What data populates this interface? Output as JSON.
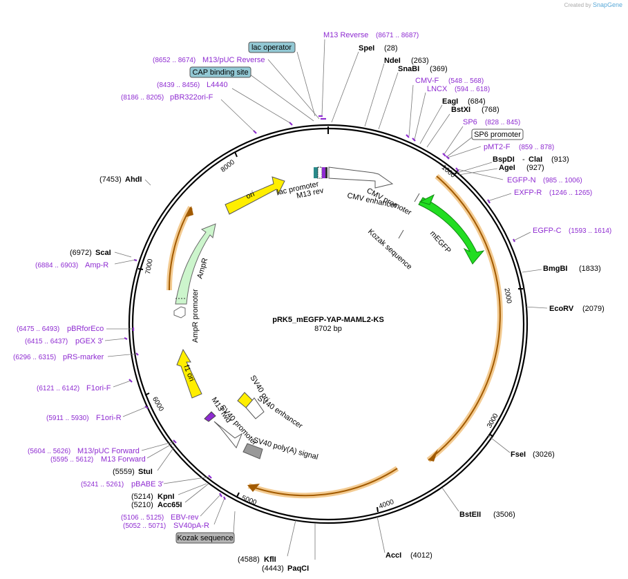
{
  "brand": {
    "created_by": "Created by",
    "app": "SnapGene"
  },
  "plasmid": {
    "name": "pRK5_mEGFP-YAP-MAML2-KS",
    "length": "8702 bp"
  },
  "colors": {
    "primer": "#8e2bd1",
    "yellow": "#ffee00",
    "green": "#22dd22",
    "pale_green": "#ccf5cc",
    "cds_outline": "#e8a93c",
    "dark_orange": "#a25a00",
    "box_blue": "#92c8d4",
    "box_gray": "#b4b4b4"
  },
  "ticks": [
    "1000",
    "2000",
    "3000",
    "4000",
    "5000",
    "6000",
    "7000",
    "8000"
  ],
  "enzymes": [
    {
      "name": "SpeI",
      "pos": "(28)"
    },
    {
      "name": "NdeI",
      "pos": "(263)"
    },
    {
      "name": "SnaBI",
      "pos": "(369)"
    },
    {
      "name": "EagI",
      "pos": "(684)"
    },
    {
      "name": "BstXI",
      "pos": "(768)"
    },
    {
      "name": "BspDI",
      "pos": "(913)",
      "sep": "-",
      "name2": "ClaI"
    },
    {
      "name": "AgeI",
      "pos": "(927)"
    },
    {
      "name": "BmgBI",
      "pos": "(1833)"
    },
    {
      "name": "EcoRV",
      "pos": "(2079)"
    },
    {
      "name": "FseI",
      "pos": "(3026)"
    },
    {
      "name": "BstEII",
      "pos": "(3506)"
    },
    {
      "name": "AccI",
      "pos": "(4012)"
    },
    {
      "name": "PaqCI",
      "pos": "(4443)"
    },
    {
      "name": "KflI",
      "pos": "(4588)"
    },
    {
      "name": "Acc65I",
      "pos": "(5210)"
    },
    {
      "name": "KpnI",
      "pos": "(5214)"
    },
    {
      "name": "StuI",
      "pos": "(5559)"
    },
    {
      "name": "ScaI",
      "pos": "(6972)"
    },
    {
      "name": "AhdI",
      "pos": "(7453)"
    }
  ],
  "primers": [
    {
      "name": "M13 Reverse",
      "range": "(8671 .. 8687)"
    },
    {
      "name": "M13/pUC Reverse",
      "range": "(8652 .. 8674)"
    },
    {
      "name": "L4440",
      "range": "(8439 .. 8456)"
    },
    {
      "name": "pBR322ori-F",
      "range": "(8186 .. 8205)"
    },
    {
      "name": "CMV-F",
      "range": "(548 .. 568)"
    },
    {
      "name": "LNCX",
      "range": "(594 .. 618)"
    },
    {
      "name": "SP6",
      "range": "(828 .. 845)"
    },
    {
      "name": "pMT2-F",
      "range": "(859 .. 878)"
    },
    {
      "name": "EGFP-N",
      "range": "(985 .. 1006)"
    },
    {
      "name": "EXFP-R",
      "range": "(1246 .. 1265)"
    },
    {
      "name": "EGFP-C",
      "range": "(1593 .. 1614)"
    },
    {
      "name": "Amp-R",
      "range": "(6884 .. 6903)"
    },
    {
      "name": "pBRforEco",
      "range": "(6475 .. 6493)"
    },
    {
      "name": "pGEX 3'",
      "range": "(6415 .. 6437)"
    },
    {
      "name": "pRS-marker",
      "range": "(6296 .. 6315)"
    },
    {
      "name": "F1ori-F",
      "range": "(6121 .. 6142)"
    },
    {
      "name": "F1ori-R",
      "range": "(5911 .. 5930)"
    },
    {
      "name": "M13/pUC Forward",
      "range": "(5604 .. 5626)"
    },
    {
      "name": "M13 Forward",
      "range": "(5595 .. 5612)"
    },
    {
      "name": "pBABE 3'",
      "range": "(5241 .. 5261)"
    },
    {
      "name": "EBV-rev",
      "range": "(5106 .. 5125)"
    },
    {
      "name": "SV40pA-R",
      "range": "(5052 .. 5071)"
    }
  ],
  "boxes": {
    "lac_operator": "lac operator",
    "cap_site": "CAP binding site",
    "sp6_promoter": "SP6 promoter",
    "kozak_box": "Kozak sequence"
  },
  "features": {
    "lac_promoter": "lac promoter",
    "m13_rev": "M13 rev",
    "cmv_promoter": "CMV promoter",
    "cmv_enhancer": "CMV enhancer",
    "kozak": "Kozak sequence",
    "megfp": "mEGFP",
    "ori": "ori",
    "ampr": "AmpR",
    "ampr_promoter": "AmpR promoter",
    "f1_ori": "f1 ori",
    "sv40_ori": "SV40 ori",
    "sv40_enhancer": "SV40 enhancer",
    "sv40_promoter": "SV40 promoter",
    "m13_fwd": "M13 fwd",
    "sv40_polya": "SV40 poly(A) signal"
  }
}
